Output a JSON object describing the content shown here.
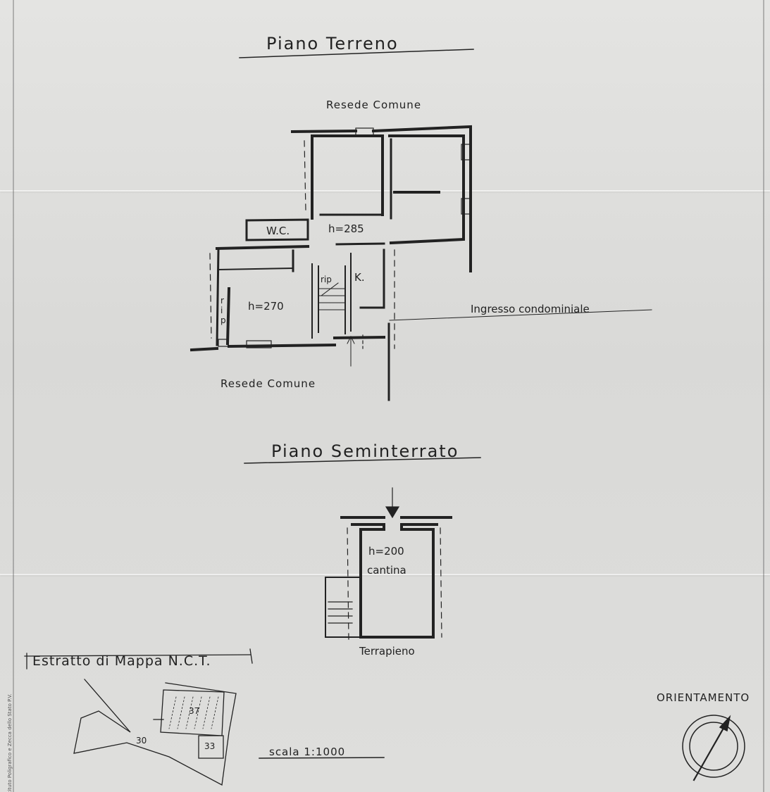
{
  "ground_floor": {
    "title": "Piano Terreno",
    "top_area": "Resede Comune",
    "bottom_area": "Resede Comune",
    "wc": "W.C.",
    "hall_height": "h=285",
    "room_height": "h=270",
    "storage": "rip",
    "storage_side": "r i p.",
    "kitchen": "K.",
    "entrance": "Ingresso condominiale"
  },
  "basement": {
    "title": "Piano Seminterrato",
    "height": "h=200",
    "room": "cantina",
    "bottom_label": "Terrapieno"
  },
  "map_extract": {
    "title": "Estratto di Mappa  N.C.T.",
    "parcels": [
      "37",
      "30",
      "33"
    ]
  },
  "scale": "scala 1:1000",
  "orientation": "ORIENTAMENTO",
  "side_note": "Istituto Poligrafico e Zecca dello Stato P.V.",
  "colors": {
    "ink": "#222222",
    "paper": "#dedede"
  }
}
